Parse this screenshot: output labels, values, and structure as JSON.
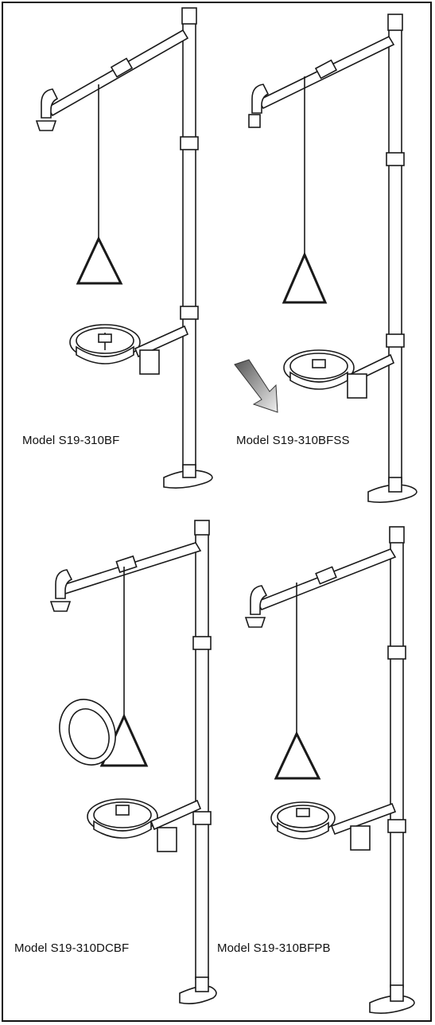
{
  "models": [
    {
      "id": "p1",
      "caption": "Model S19-310BF",
      "variant": "standard",
      "has_arrow": false
    },
    {
      "id": "p2",
      "caption": "Model S19-310BFSS",
      "variant": "stainless",
      "has_arrow": true
    },
    {
      "id": "p3",
      "caption": "Model S19-310DCBF",
      "variant": "dust-cover",
      "has_arrow": false
    },
    {
      "id": "p4",
      "caption": "Model S19-310BFPB",
      "variant": "push-button",
      "has_arrow": false
    }
  ],
  "colors": {
    "line": "#1a1a1a",
    "fill": "#ffffff",
    "shade": "#cfcfcf",
    "border": "#111111"
  }
}
